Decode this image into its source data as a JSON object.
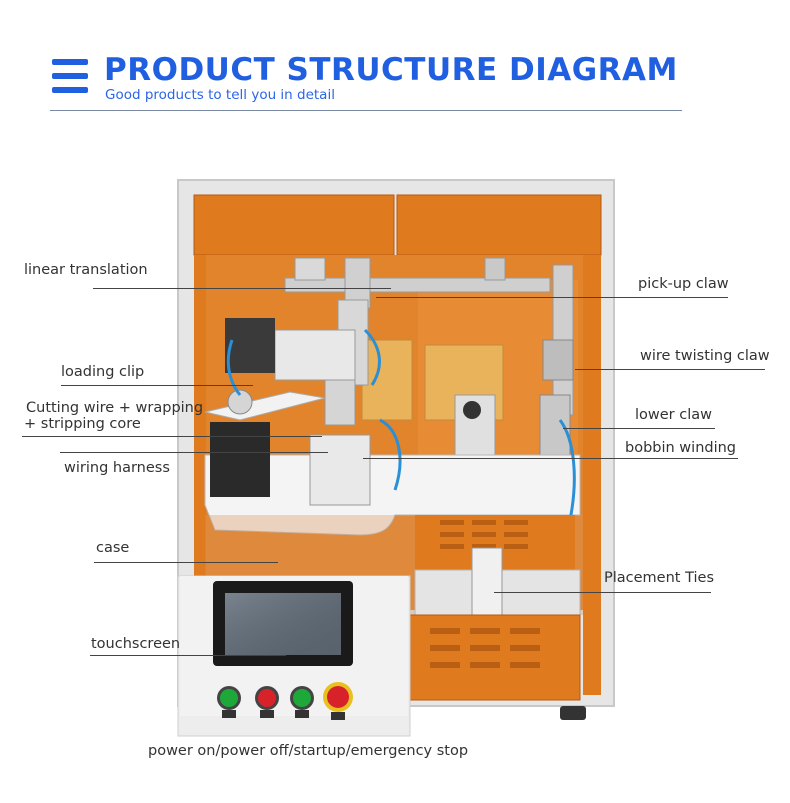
{
  "header": {
    "title": "PRODUCT STRUCTURE DIAGRAM",
    "subtitle": "Good products to tell you in detail",
    "accent_color": "#1f5fe0",
    "icon": "menu-icon"
  },
  "callouts_left": [
    {
      "id": "linear-translation",
      "label": "linear translation"
    },
    {
      "id": "loading-clip",
      "label": "loading clip"
    },
    {
      "id": "cutting-wire",
      "label": "Cutting wire + wrapping"
    },
    {
      "id": "stripping-core",
      "label": "+ stripping core"
    },
    {
      "id": "wiring-harness",
      "label": "wiring harness"
    },
    {
      "id": "case",
      "label": "case"
    },
    {
      "id": "touchscreen",
      "label": "touchscreen"
    }
  ],
  "callouts_right": [
    {
      "id": "pick-up-claw",
      "label": "pick-up claw"
    },
    {
      "id": "wire-twisting-claw",
      "label": "wire twisting claw"
    },
    {
      "id": "lower-claw",
      "label": "lower claw"
    },
    {
      "id": "bobbin-winding",
      "label": "bobbin winding"
    },
    {
      "id": "placement-ties",
      "label": "Placement Ties"
    }
  ],
  "caption": "power on/power off/startup/emergency stop",
  "colors": {
    "cabinet_orange": "#e07a1f",
    "frame_gray": "#e4e4e4",
    "button_green": "#1fa83a",
    "button_red": "#d8222a"
  }
}
